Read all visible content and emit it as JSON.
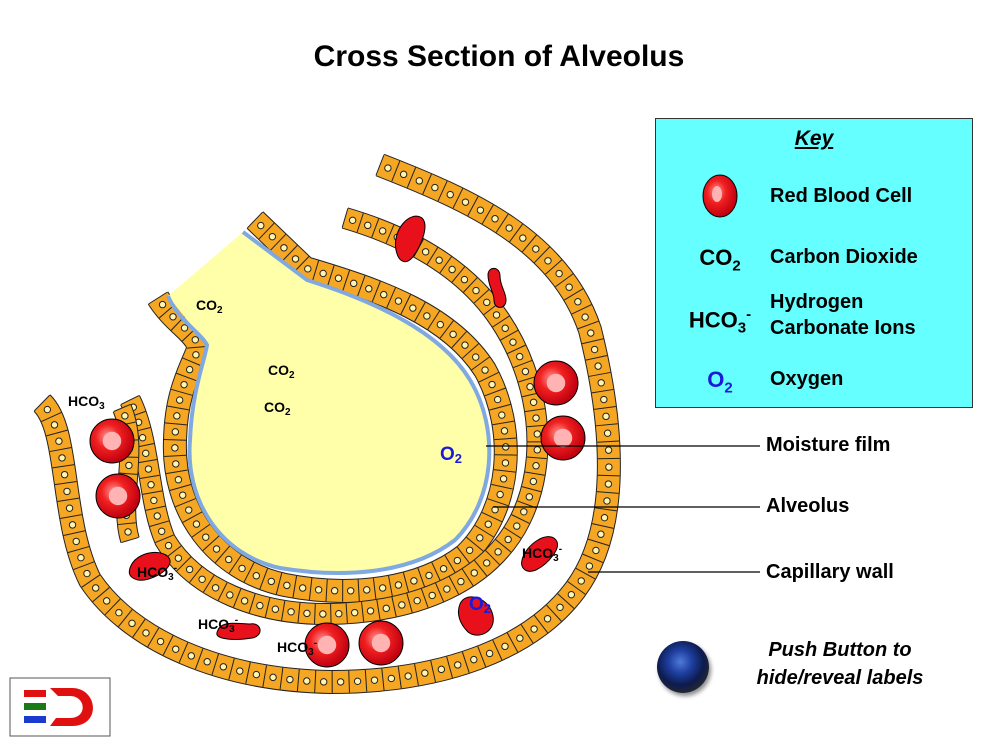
{
  "title": "Cross Section of Alveolus",
  "key": {
    "heading": "Key",
    "items": [
      {
        "symbol": "",
        "symbol_sub": "",
        "symbol_sup": "",
        "label": "Red Blood Cell"
      },
      {
        "symbol": "CO",
        "symbol_sub": "2",
        "symbol_sup": "",
        "label": "Carbon Dioxide"
      },
      {
        "symbol": "HCO",
        "symbol_sub": "3",
        "symbol_sup": "-",
        "label_line1": "Hydrogen",
        "label_line2": "Carbonate Ions"
      },
      {
        "symbol": "O",
        "symbol_sub": "2",
        "symbol_sup": "",
        "label": "Oxygen"
      }
    ]
  },
  "side_labels": {
    "moisture": "Moisture film",
    "alveolus": "Alveolus",
    "capillary": "Capillary wall"
  },
  "molecules": {
    "co2": "CO",
    "co2_sub": "2",
    "o2": "O",
    "o2_sub": "2",
    "hco3": "HCO",
    "hco3_sub": "3",
    "hco3_sup": "-"
  },
  "button": {
    "line1": "Push Button to",
    "line2": "hide/reveal labels"
  },
  "colors": {
    "cell_fill": "#f5a623",
    "cell_stroke": "#222222",
    "lumen": "#ffffaa",
    "moisture_film": "#7fa9e0",
    "rbc": "#e8101a",
    "rbc_highlight": "#ffb3b3",
    "key_bg": "#66ffff",
    "o2_text": "#1a1adc"
  }
}
